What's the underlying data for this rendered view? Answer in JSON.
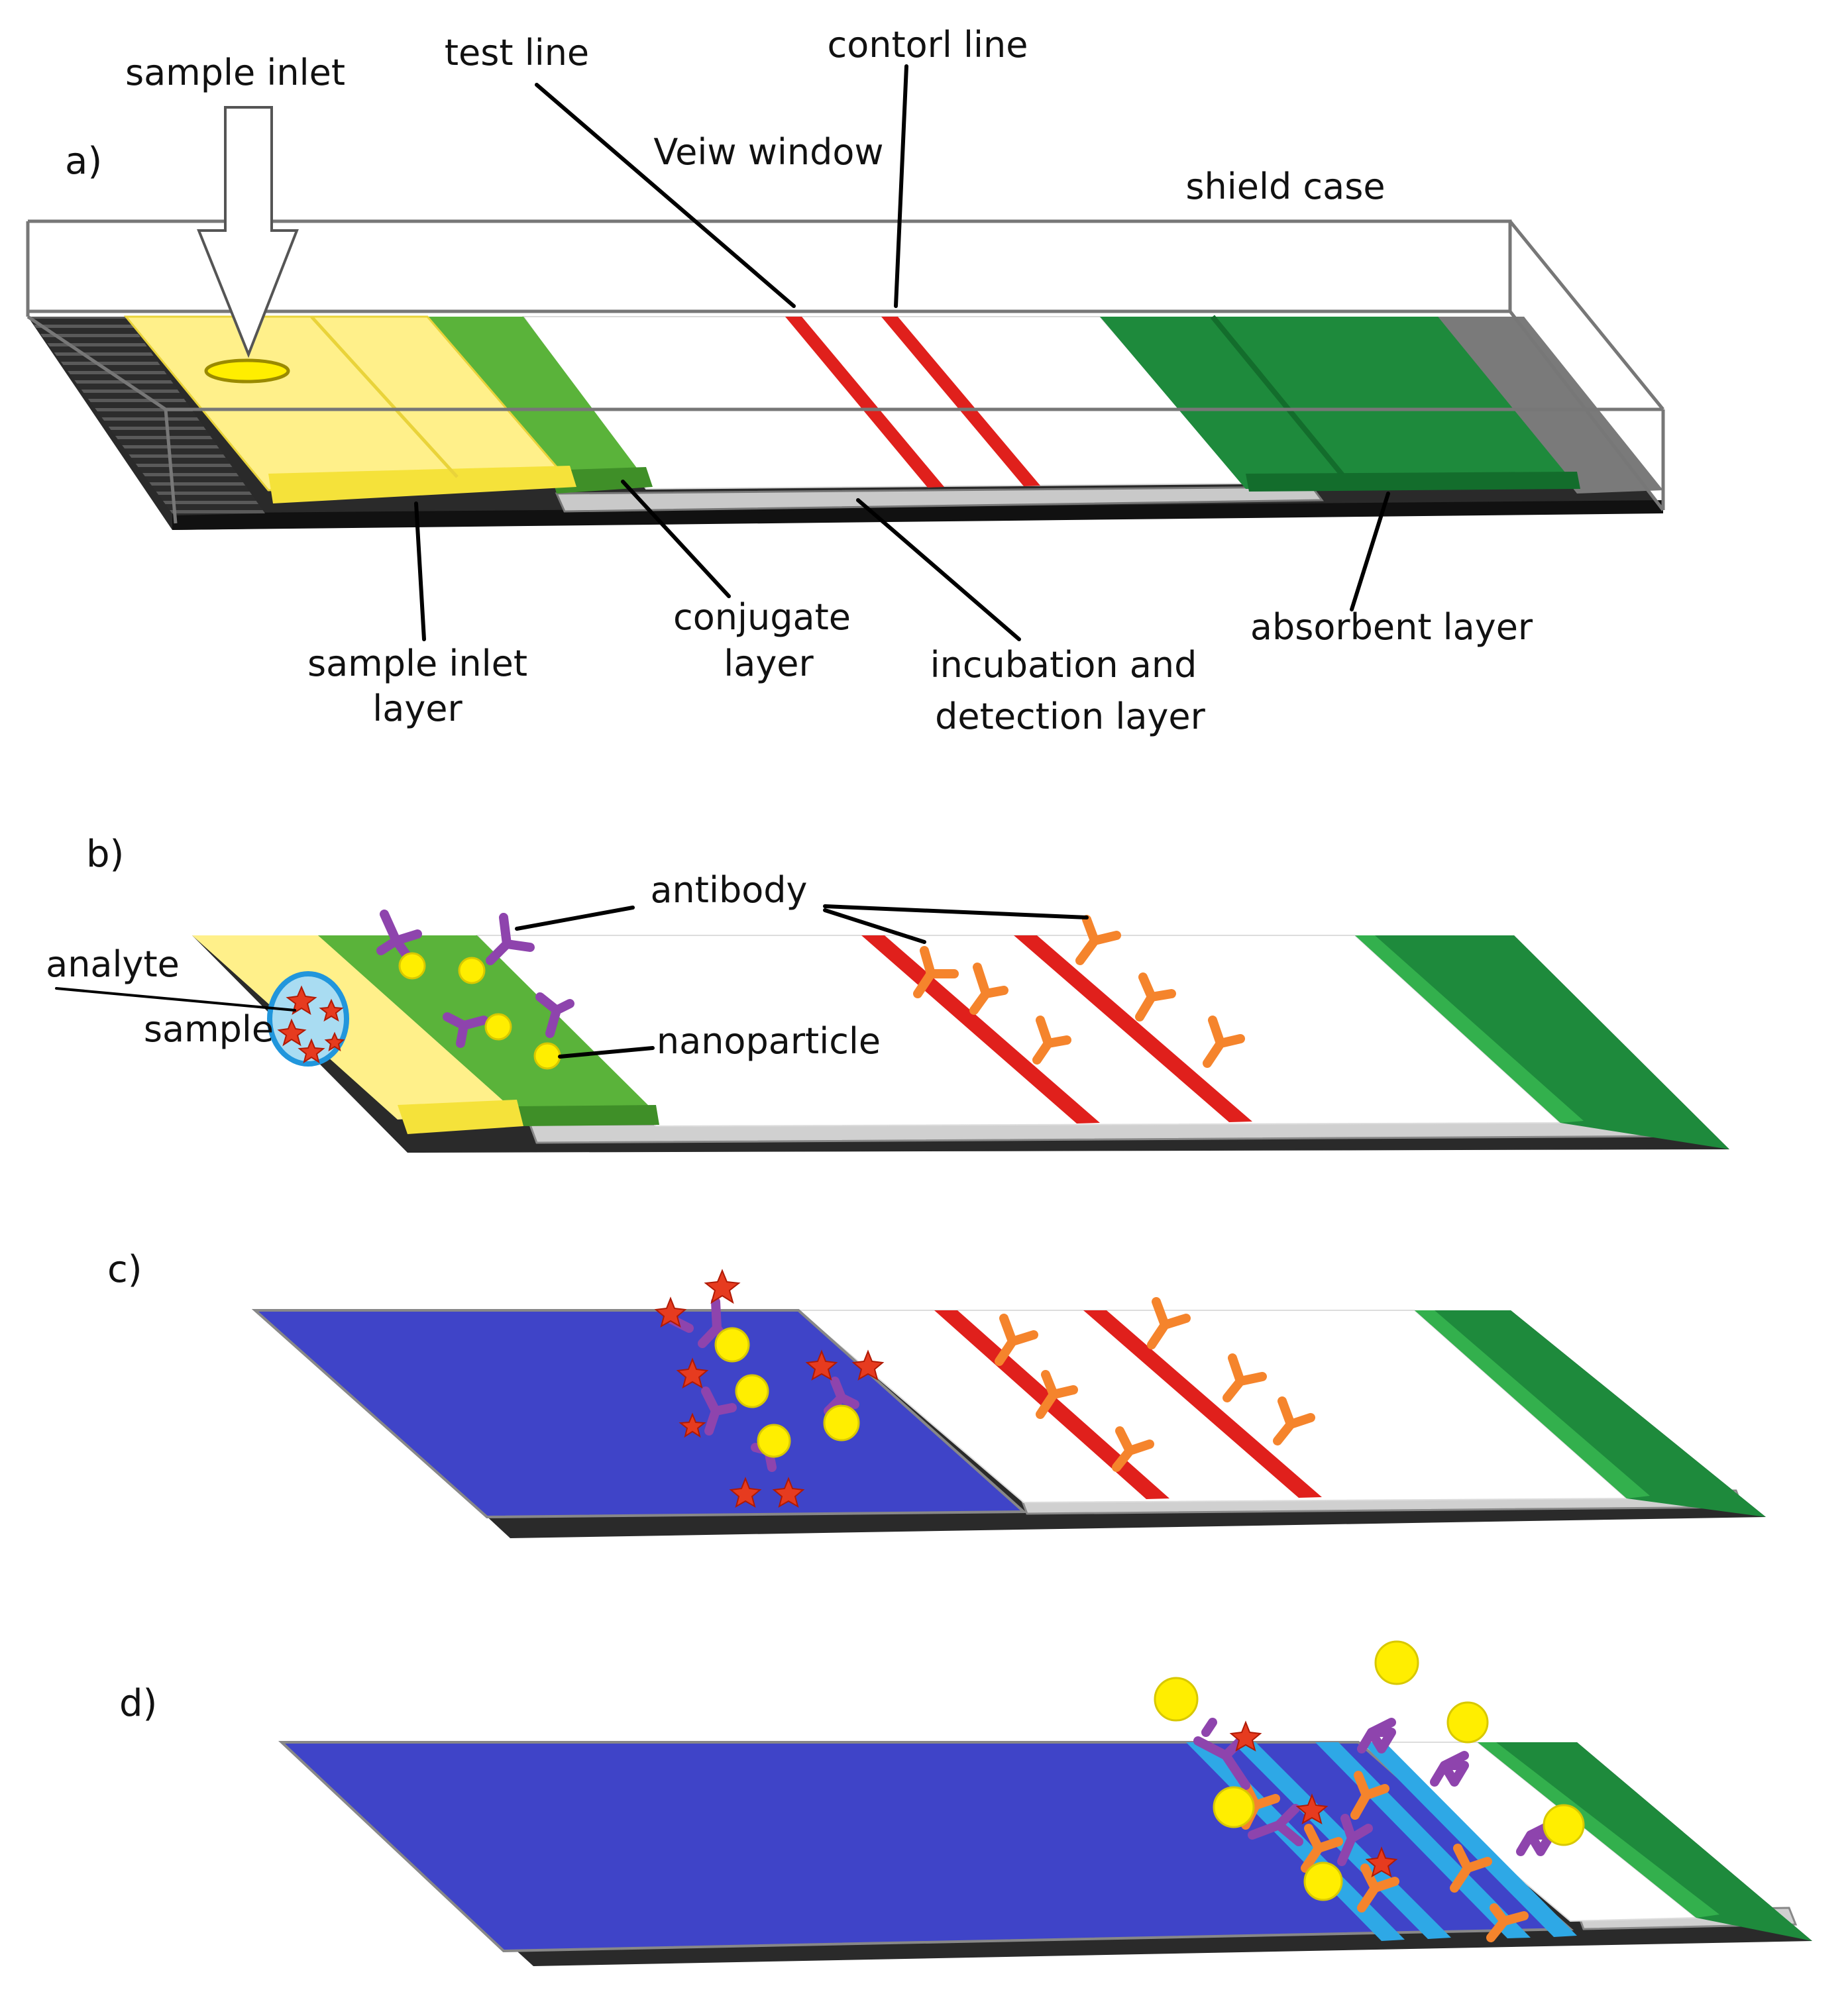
{
  "panels": {
    "a": {
      "label": "a)"
    },
    "b": {
      "label": "b)"
    },
    "c": {
      "label": "c)"
    },
    "d": {
      "label": "d)"
    }
  },
  "labels": {
    "sample_inlet": "sample inlet",
    "test_line": "test line",
    "control_line": "contorl line",
    "view_window": "Veiw window",
    "shield_case": "shield case",
    "sample_inlet_layer_1": "sample inlet",
    "sample_inlet_layer_2": "layer",
    "conjugate_layer_1": "conjugate",
    "conjugate_layer_2": "layer",
    "incubation_layer_1": "incubation and",
    "incubation_layer_2": "detection  layer",
    "absorbent_layer": "absorbent layer",
    "antibody": "antibody",
    "analyte": "analyte",
    "sample": "sample",
    "nanoparticle": "nanoparticle"
  },
  "colors": {
    "sample_pad": "#fff08a",
    "sample_pad_edge": "#f5e23a",
    "conjugate_pad": "#5ab33a",
    "absorbent_pad": "#1e8a3c",
    "absorbent_dark": "#136d2c",
    "test_line": "#e0201c",
    "blue_flow": "#3f44c8",
    "cyan_stripe": "#2ea8e6",
    "antibody_detection": "#8e44ad",
    "antibody_capture": "#f5842c",
    "nanoparticle": "#ffee00",
    "analyte": "#e63b1f"
  }
}
